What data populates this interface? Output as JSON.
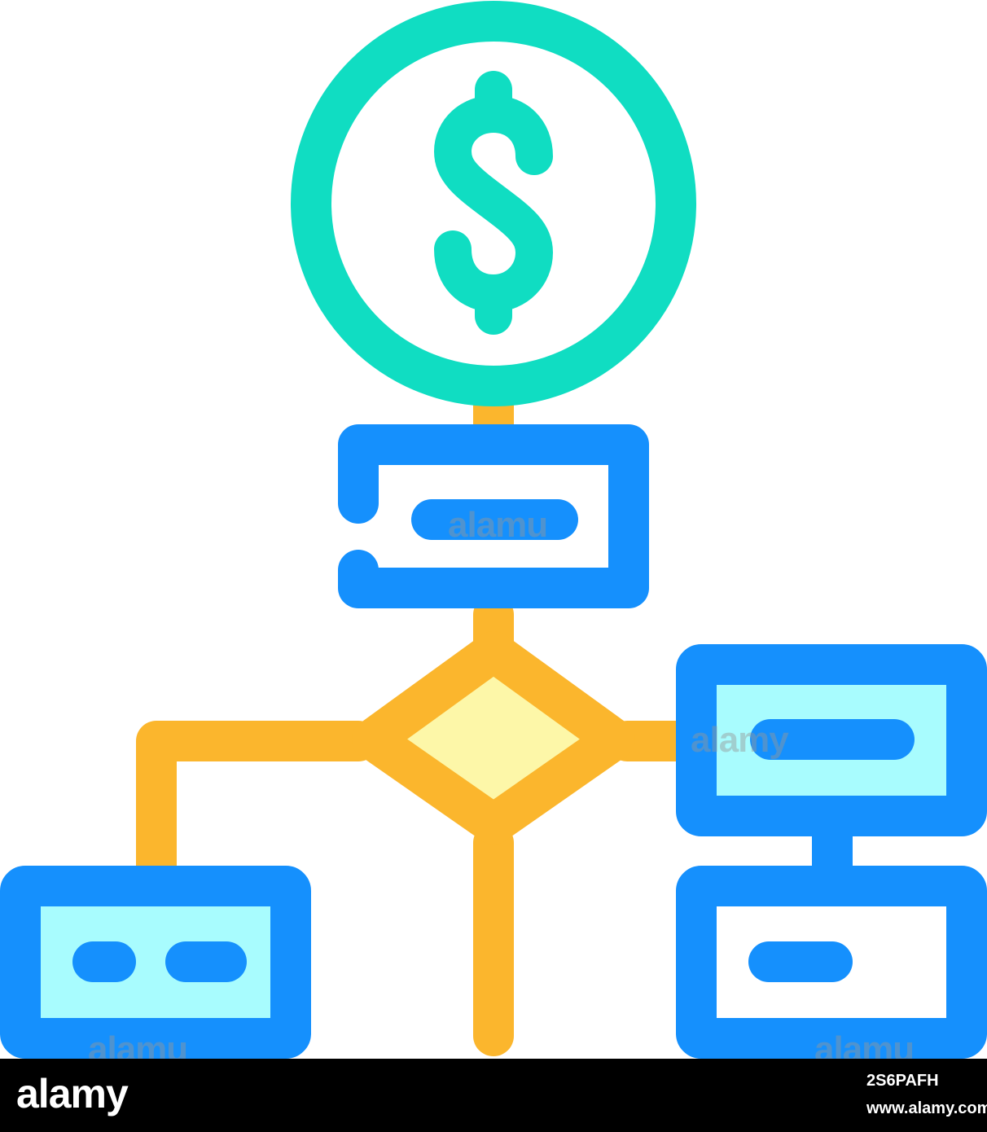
{
  "colors": {
    "coin": "#10ddc2",
    "box_stroke": "#1590fd",
    "connector": "#fbb62d",
    "diamond_fill": "#fdf7a8",
    "box_fill": "#a8fcfe",
    "white": "#ffffff",
    "footer_bg": "#000000"
  },
  "icons": {
    "coin": "dollar-coin-icon",
    "symbol": "dollar-sign-icon",
    "decision": "decision-diamond-icon"
  },
  "coin_symbol": "$",
  "watermarks": {
    "top_box": "alamu",
    "right_box": "alamy",
    "bottom_left": "alamu",
    "bottom_right": "alamu"
  },
  "footer": {
    "brand": "alamy",
    "image_id": "2S6PAFH",
    "url": "www.alamy.com"
  }
}
